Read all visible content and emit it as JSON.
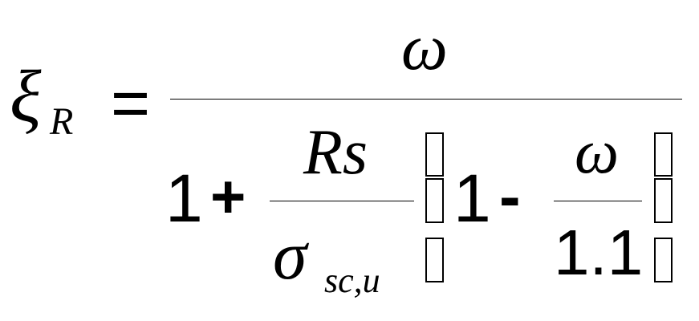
{
  "formula": {
    "lhs": {
      "symbol": "ξ",
      "subscript": "R"
    },
    "equals": "=",
    "numerator": "ω",
    "denominator": {
      "one": "1",
      "plus": "+",
      "inner_fraction": {
        "numerator": "Rs",
        "denominator_symbol": "σ",
        "denominator_subscript": "sc,u"
      },
      "bracket_expression": {
        "one": "1",
        "minus": "-",
        "fraction": {
          "numerator": "ω",
          "denominator": "1.1"
        }
      }
    }
  }
}
